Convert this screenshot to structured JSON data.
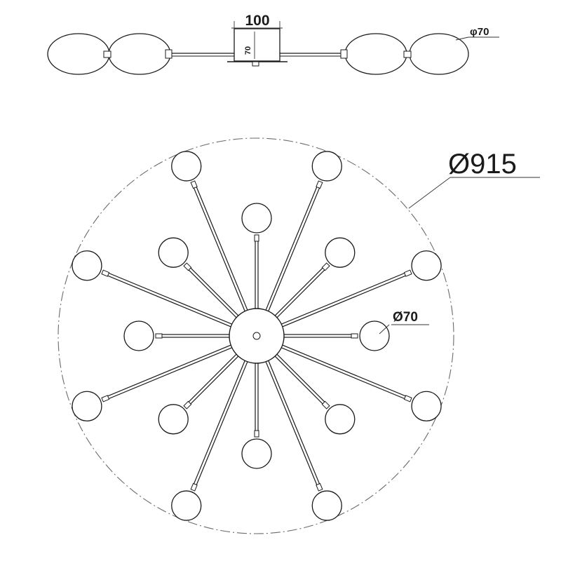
{
  "side_view": {
    "width_label": "100",
    "height_label": "70",
    "globe_label": "φ70"
  },
  "top_view": {
    "diameter_label": "Ø915",
    "globe_label": "Ø70",
    "arm_count": 16
  },
  "colors": {
    "line": "#1a1a1a",
    "dashed_outline": "#6b6b6b",
    "background": "#ffffff"
  }
}
